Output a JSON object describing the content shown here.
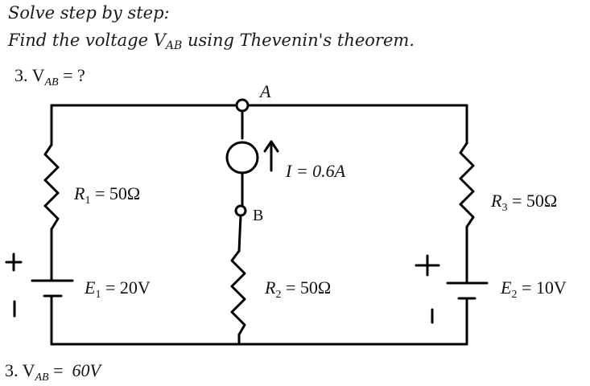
{
  "heading": {
    "line1": "Solve step by step:",
    "line2_pre": "Find the voltage V",
    "line2_sub": "AB",
    "line2_post": " using Thevenin's theorem."
  },
  "question": {
    "prefix": "3. V",
    "sub": "AB",
    "suffix": " = ?"
  },
  "answer": {
    "prefix": "3. V",
    "sub": "AB",
    "eq": " =  ",
    "value": "60V"
  },
  "nodes": {
    "a": "A",
    "b": "B"
  },
  "source": {
    "I": "I = 0.6A"
  },
  "r1": {
    "sym": "R",
    "sub": "1",
    "val": " = 50Ω"
  },
  "r2": {
    "sym": "R",
    "sub": "2",
    "val": " = 50Ω"
  },
  "r3": {
    "sym": "R",
    "sub": "3",
    "val": " = 50Ω"
  },
  "e1": {
    "sym": "E",
    "sub": "1",
    "val": " = 20V",
    "plus": "+",
    "minus": "|"
  },
  "e2": {
    "sym": "E",
    "sub": "2",
    "val": " = 10V",
    "plus": "+",
    "minus": "|"
  }
}
